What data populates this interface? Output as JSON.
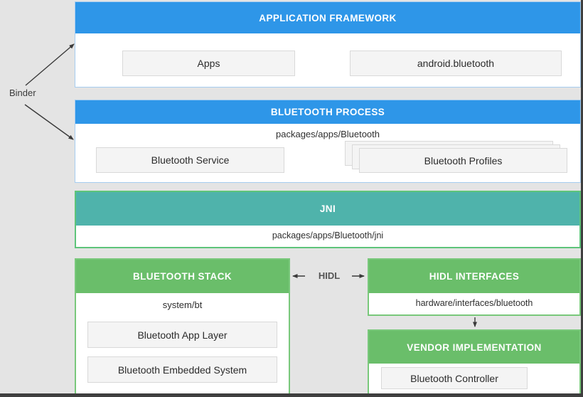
{
  "labels": {
    "binder": "Binder",
    "hidl": "HIDL"
  },
  "sections": {
    "application_framework": {
      "title": "APPLICATION FRAMEWORK",
      "boxes": [
        "Apps",
        "android.bluetooth"
      ]
    },
    "bluetooth_process": {
      "title": "BLUETOOTH PROCESS",
      "path": "packages/apps/Bluetooth",
      "boxes": [
        "Bluetooth Service",
        "Bluetooth Profiles"
      ]
    },
    "jni": {
      "title": "JNI",
      "path": "packages/apps/Bluetooth/jni"
    },
    "bluetooth_stack": {
      "title": "BLUETOOTH STACK",
      "path": "system/bt",
      "boxes": [
        "Bluetooth App Layer",
        "Bluetooth Embedded System"
      ]
    },
    "hidl_interfaces": {
      "title": "HIDL INTERFACES",
      "path": "hardware/interfaces/bluetooth"
    },
    "vendor_implementation": {
      "title": "VENDOR IMPLEMENTATION",
      "boxes": [
        "Bluetooth Controller"
      ]
    }
  },
  "colors": {
    "header_blue": "#2e96e8",
    "header_teal": "#4fb3ab",
    "header_green": "#6abe6a",
    "section_border_blue": "#a6cdf0",
    "section_border_green": "#79c87b",
    "inner_box_fill": "#f4f4f4",
    "inner_box_border": "#d9d9d9",
    "background": "#e4e4e4",
    "arrow": "#3a3a3a",
    "screen_edge": "#3f3f3f"
  }
}
